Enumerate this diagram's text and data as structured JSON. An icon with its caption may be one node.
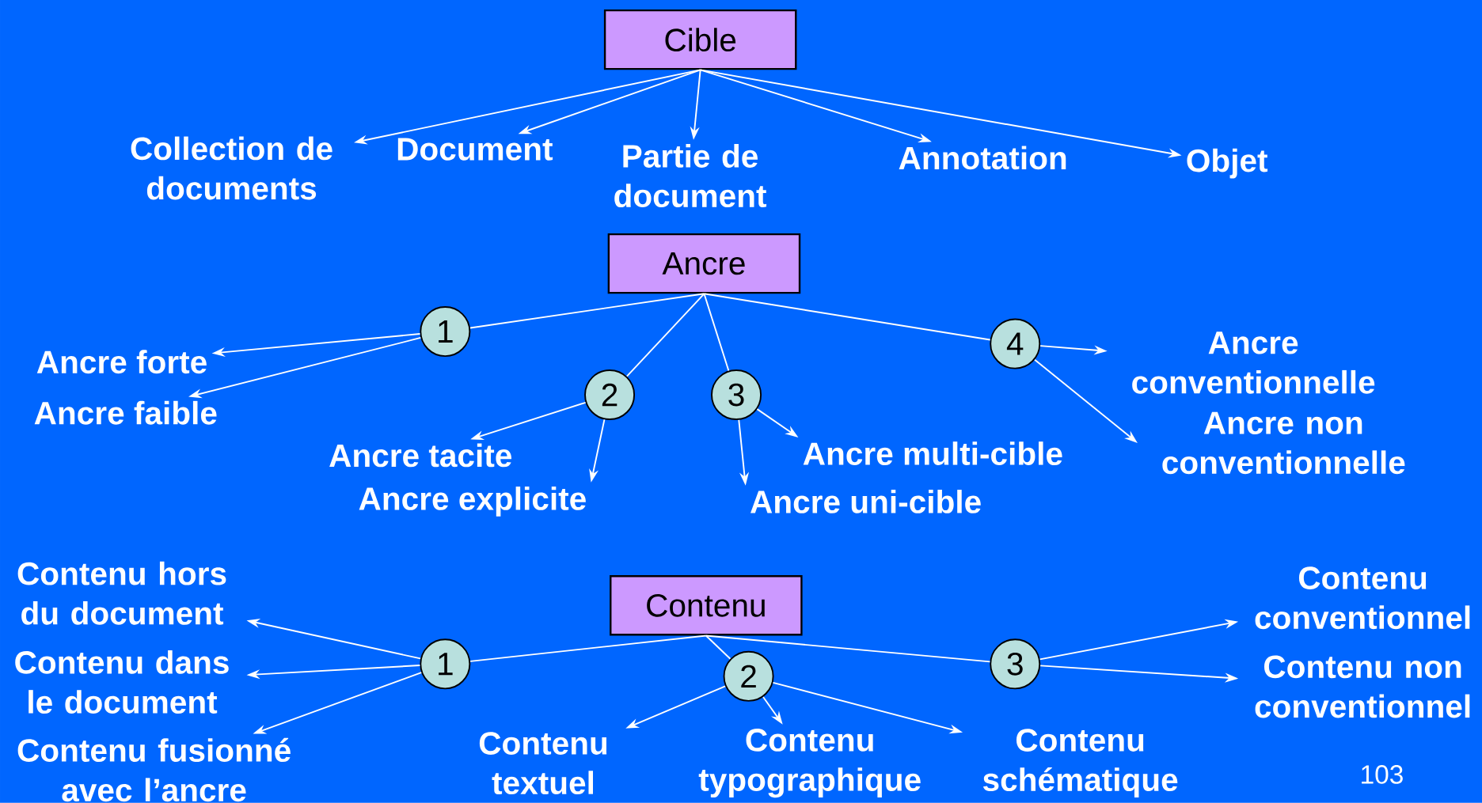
{
  "diagram": {
    "nodes": [
      {
        "text": [
          "Cible"
        ]
      },
      {
        "text": [
          "Collection de documents"
        ]
      },
      {
        "text": [
          "Document"
        ]
      },
      {
        "text": [
          "Partie de document"
        ]
      },
      {
        "text": [
          "Annotation"
        ]
      },
      {
        "text": [
          "Objet"
        ]
      },
      {
        "text": [
          "Ancre"
        ]
      },
      {
        "text": [
          "1"
        ]
      },
      {
        "text": [
          "2"
        ]
      },
      {
        "text": [
          "3"
        ]
      },
      {
        "text": [
          "4"
        ]
      },
      {
        "text": [
          "Ancre forte"
        ]
      },
      {
        "text": [
          "Ancre faible"
        ]
      },
      {
        "text": [
          "Ancre tacite"
        ]
      },
      {
        "text": [
          "Ancre explicite"
        ]
      },
      {
        "text": [
          "Ancre multi-cible"
        ]
      },
      {
        "text": [
          "Ancre uni-cible"
        ]
      },
      {
        "text": [
          "Ancre conventionnelle"
        ]
      },
      {
        "text": [
          "Ancre non conventionnelle"
        ]
      },
      {
        "text": [
          "Contenu"
        ]
      },
      {
        "text": [
          "1"
        ]
      },
      {
        "text": [
          "2"
        ]
      },
      {
        "text": [
          "3"
        ]
      },
      {
        "text": [
          "Contenu hors du document"
        ]
      },
      {
        "text": [
          "Contenu dans le document"
        ]
      },
      {
        "text": [
          "Contenu fusionné avec l’ancre"
        ]
      },
      {
        "text": [
          "Contenu textuel"
        ]
      },
      {
        "text": [
          "Contenu typographique"
        ]
      },
      {
        "text": [
          "Contenu schématique"
        ]
      },
      {
        "text": [
          "Contenu conventionnel"
        ]
      },
      {
        "text": [
          "Contenu non conventionnel"
        ]
      }
    ],
    "edges": [
      {
        "from": 0,
        "to": 1,
        "arrow": "to"
      },
      {
        "from": 0,
        "to": 2,
        "arrow": "to"
      },
      {
        "from": 0,
        "to": 3,
        "arrow": "to"
      },
      {
        "from": 0,
        "to": 4,
        "arrow": "to"
      },
      {
        "from": 0,
        "to": 5,
        "arrow": "to"
      },
      {
        "from": 6,
        "to": 7,
        "arrow": "none"
      },
      {
        "from": 6,
        "to": 8,
        "arrow": "none"
      },
      {
        "from": 6,
        "to": 9,
        "arrow": "none"
      },
      {
        "from": 6,
        "to": 10,
        "arrow": "none"
      },
      {
        "from": 7,
        "to": 11,
        "arrow": "to"
      },
      {
        "from": 7,
        "to": 12,
        "arrow": "to"
      },
      {
        "from": 8,
        "to": 13,
        "arrow": "to"
      },
      {
        "from": 8,
        "to": 14,
        "arrow": "to"
      },
      {
        "from": 9,
        "to": 15,
        "arrow": "to"
      },
      {
        "from": 9,
        "to": 16,
        "arrow": "to"
      },
      {
        "from": 10,
        "to": 17,
        "arrow": "to"
      },
      {
        "from": 10,
        "to": 18,
        "arrow": "to"
      },
      {
        "from": 19,
        "to": 20,
        "arrow": "none"
      },
      {
        "from": 19,
        "to": 21,
        "arrow": "none"
      },
      {
        "from": 19,
        "to": 22,
        "arrow": "none"
      },
      {
        "from": 20,
        "to": 23,
        "arrow": "to"
      },
      {
        "from": 20,
        "to": 24,
        "arrow": "to"
      },
      {
        "from": 20,
        "to": 25,
        "arrow": "to"
      },
      {
        "from": 21,
        "to": 26,
        "arrow": "to"
      },
      {
        "from": 21,
        "to": 27,
        "arrow": "to"
      },
      {
        "from": 21,
        "to": 28,
        "arrow": "to"
      },
      {
        "from": 22,
        "to": 29,
        "arrow": "to"
      },
      {
        "from": 22,
        "to": 30,
        "arrow": "to"
      }
    ],
    "labels": [
      "103"
    ]
  }
}
